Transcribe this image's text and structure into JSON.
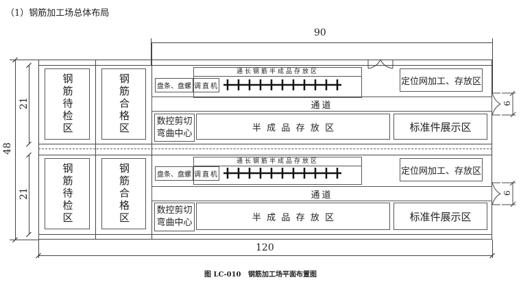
{
  "heading": "（1）钢筋加工场总体布局",
  "dimensions": {
    "top": "90",
    "bottom": "120",
    "total_height": "48",
    "section_height": "21",
    "aisle_width": "6"
  },
  "zones": {
    "inspection": "钢筋待检区",
    "qualified": "钢筋合格区",
    "full_length_storage": "通长钢筋半成品存放区",
    "coil": "盘条、盘螺",
    "straightener": "调直机",
    "positioning_net": "定位网加工、存放区",
    "aisle": "通道",
    "cnc": "数控剪切弯曲中心",
    "semi_finished": "半  成  品  存  放  区",
    "standard_display": "标准件展示区"
  },
  "caption": "图 LC-010   钢筋加工场平面布置图"
}
